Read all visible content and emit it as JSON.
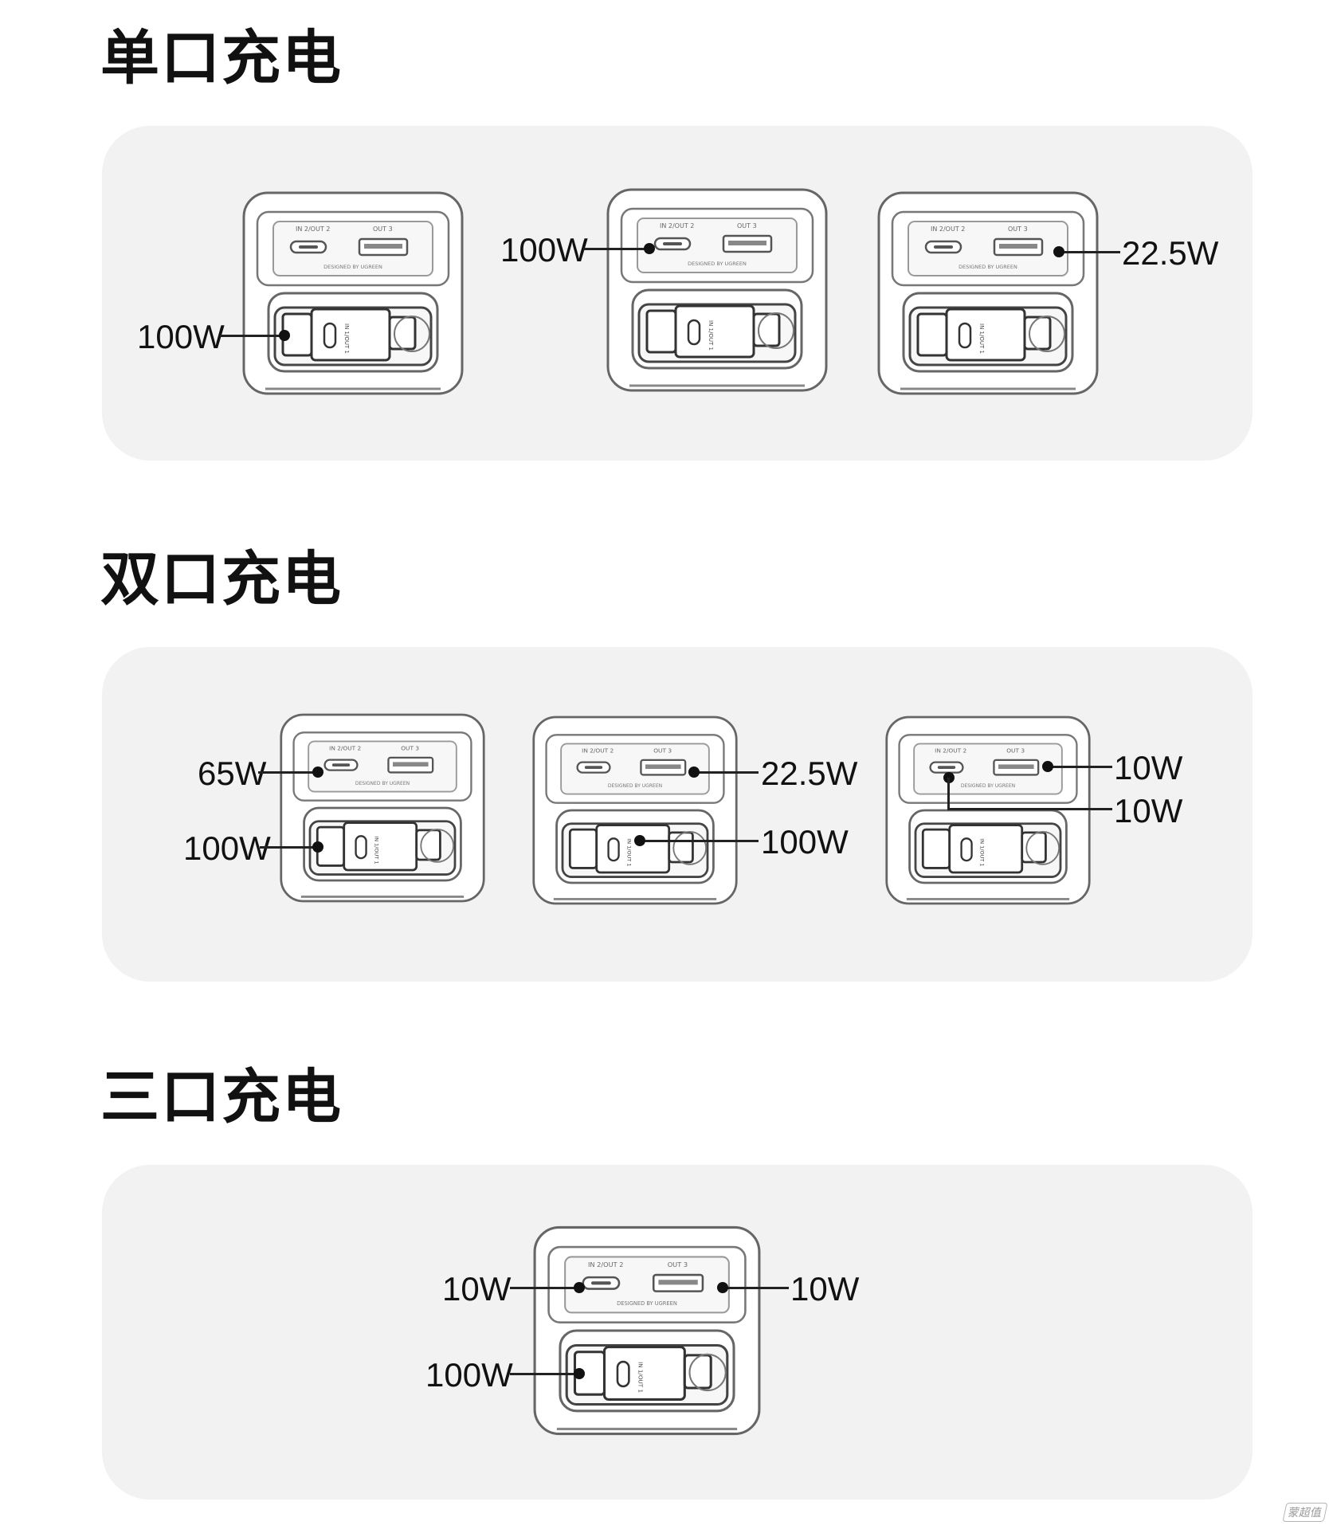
{
  "sections": [
    {
      "title": "单口充电"
    },
    {
      "title": "双口充电"
    },
    {
      "title": "三口充电"
    }
  ],
  "device_text": {
    "port_in_out": "IN 2/OUT 2",
    "port_out3": "OUT 3",
    "brand": "DESIGNED BY UGREEN",
    "cable_port": "IN 1/OUT 1"
  },
  "labels": {
    "s1_d1_bottom": "100W",
    "s1_d2_typec": "100W",
    "s1_d3_usba": "22.5W",
    "s2_d1_typec": "65W",
    "s2_d1_bottom": "100W",
    "s2_d2_usba": "22.5W",
    "s2_d2_bottom": "100W",
    "s2_d3_usba": "10W",
    "s2_d3_typec": "10W",
    "s3_d1_typec": "10W",
    "s3_d1_usba": "10W",
    "s3_d1_bottom": "100W"
  },
  "watermark": "蒙超值"
}
